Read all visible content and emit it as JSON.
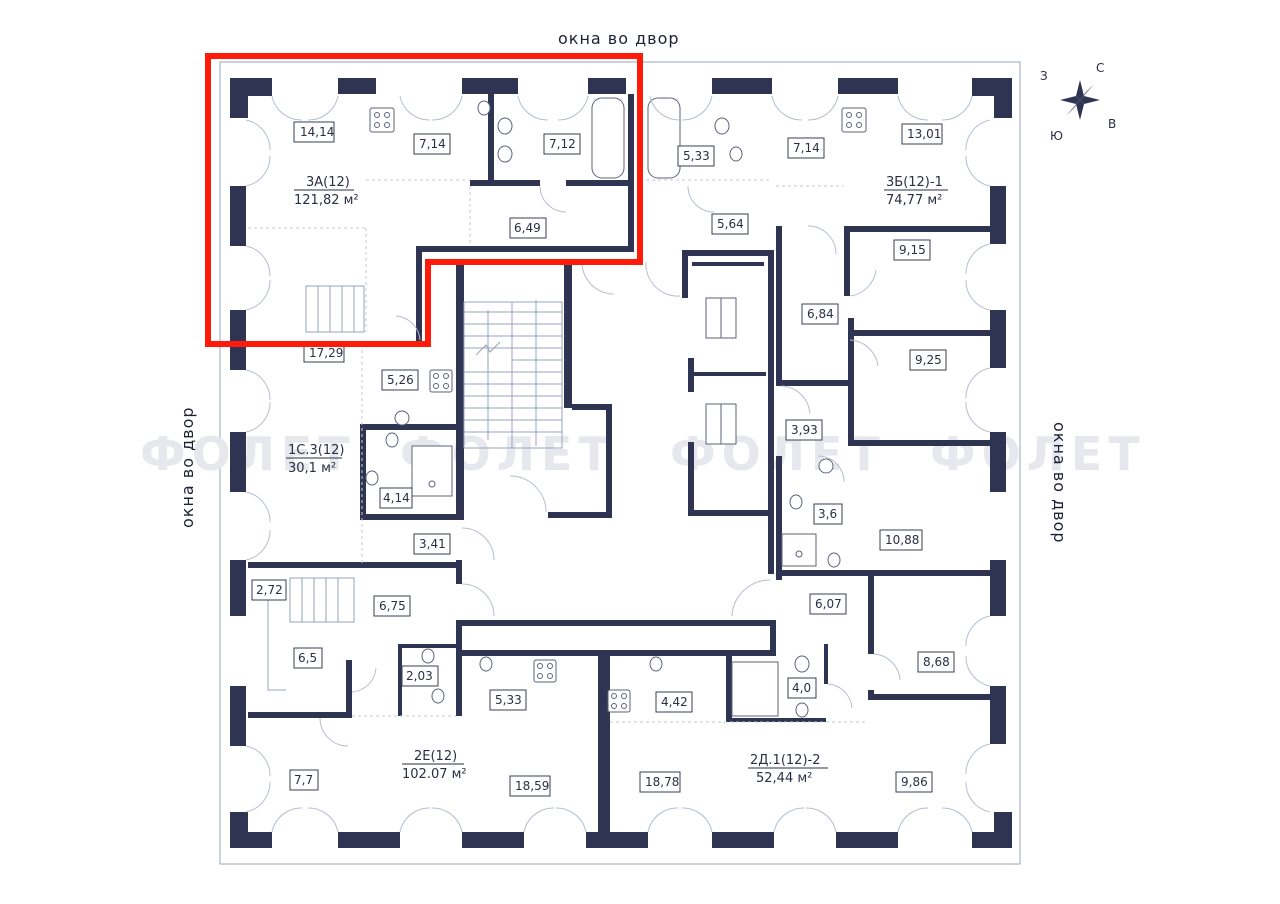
{
  "labels": {
    "top": "окна во двор",
    "left": "окна во двор",
    "right": "окна во двор"
  },
  "compass": {
    "n": "С",
    "e": "В",
    "s": "Ю",
    "w": "З"
  },
  "watermark": "ФОЛЕТ",
  "units": [
    {
      "code": "3А(12)",
      "area": "121,82 м²"
    },
    {
      "code": "3Б(12)-1",
      "area": "74,77 м²"
    },
    {
      "code": "1С.3(12)",
      "area": "30,1 м²"
    },
    {
      "code": "2Е(12)",
      "area": "102.07 м²"
    },
    {
      "code": "2Д.1(12)-2",
      "area": "52,44 м²"
    }
  ],
  "rooms": [
    "14,14",
    "7,14",
    "7,12",
    "6,49",
    "5,33",
    "5,64",
    "7,14",
    "13,01",
    "9,15",
    "6,84",
    "9,25",
    "17,29",
    "5,26",
    "4,14",
    "3,41",
    "3,93",
    "3,6",
    "10,88",
    "2,72",
    "6,75",
    "6,5",
    "2,03",
    "5,33",
    "4,42",
    "4,0",
    "6,07",
    "8,68",
    "7,7",
    "18,59",
    "18,78",
    "9,86"
  ],
  "colors": {
    "wall": "#2f3452",
    "highlight": "#ff1a0a",
    "text": "#2a2f45"
  }
}
